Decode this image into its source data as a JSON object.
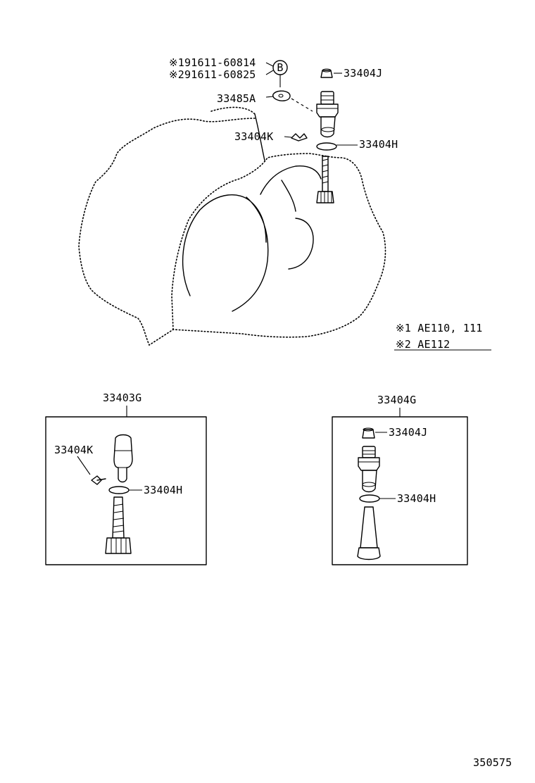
{
  "labels": {
    "note_1_part": "※191611-60814",
    "note_2_part": "※291611-60825",
    "bolt_mark": "B",
    "p33404J_top": "33404J",
    "p33485A": "33485A",
    "p33404K_top": "33404K",
    "p33404H_top": "33404H",
    "legend_1": "※1 AE110, 111",
    "legend_2": "※2 AE112",
    "p33403G": "33403G",
    "p33404K_box": "33404K",
    "p33404H_left_box": "33404H",
    "p33404G": "33404G",
    "p33404J_box": "33404J",
    "p33404H_right_box": "33404H",
    "diagram_number": "350575"
  }
}
